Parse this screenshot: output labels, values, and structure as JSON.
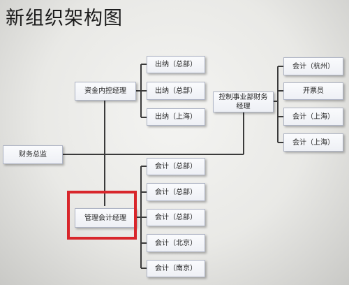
{
  "title": "新组织架构图",
  "nodes": {
    "cfo": "财务总监",
    "treasury_mgr": "资金内控经理",
    "mgmt_acct_mgr": "管理会计经理",
    "bu_finance_mgr": "控制事业部财务经理",
    "cashier_1": "出纳（总部）",
    "cashier_2": "出纳（总部）",
    "cashier_3": "出纳（上海）",
    "acct_hq_1": "会计（总部）",
    "acct_hq_2": "会计（总部）",
    "acct_hq_3": "会计（总部）",
    "acct_beijing": "会计（北京）",
    "acct_nanjing": "会计（南京）",
    "acct_hangzhou": "会计（杭州）",
    "invoicer": "开票员",
    "acct_shanghai_1": "会计（上海）",
    "acct_shanghai_2": "会计（上海）"
  },
  "colors": {
    "line": "#3a3a3a",
    "highlight": "#d8262b"
  }
}
